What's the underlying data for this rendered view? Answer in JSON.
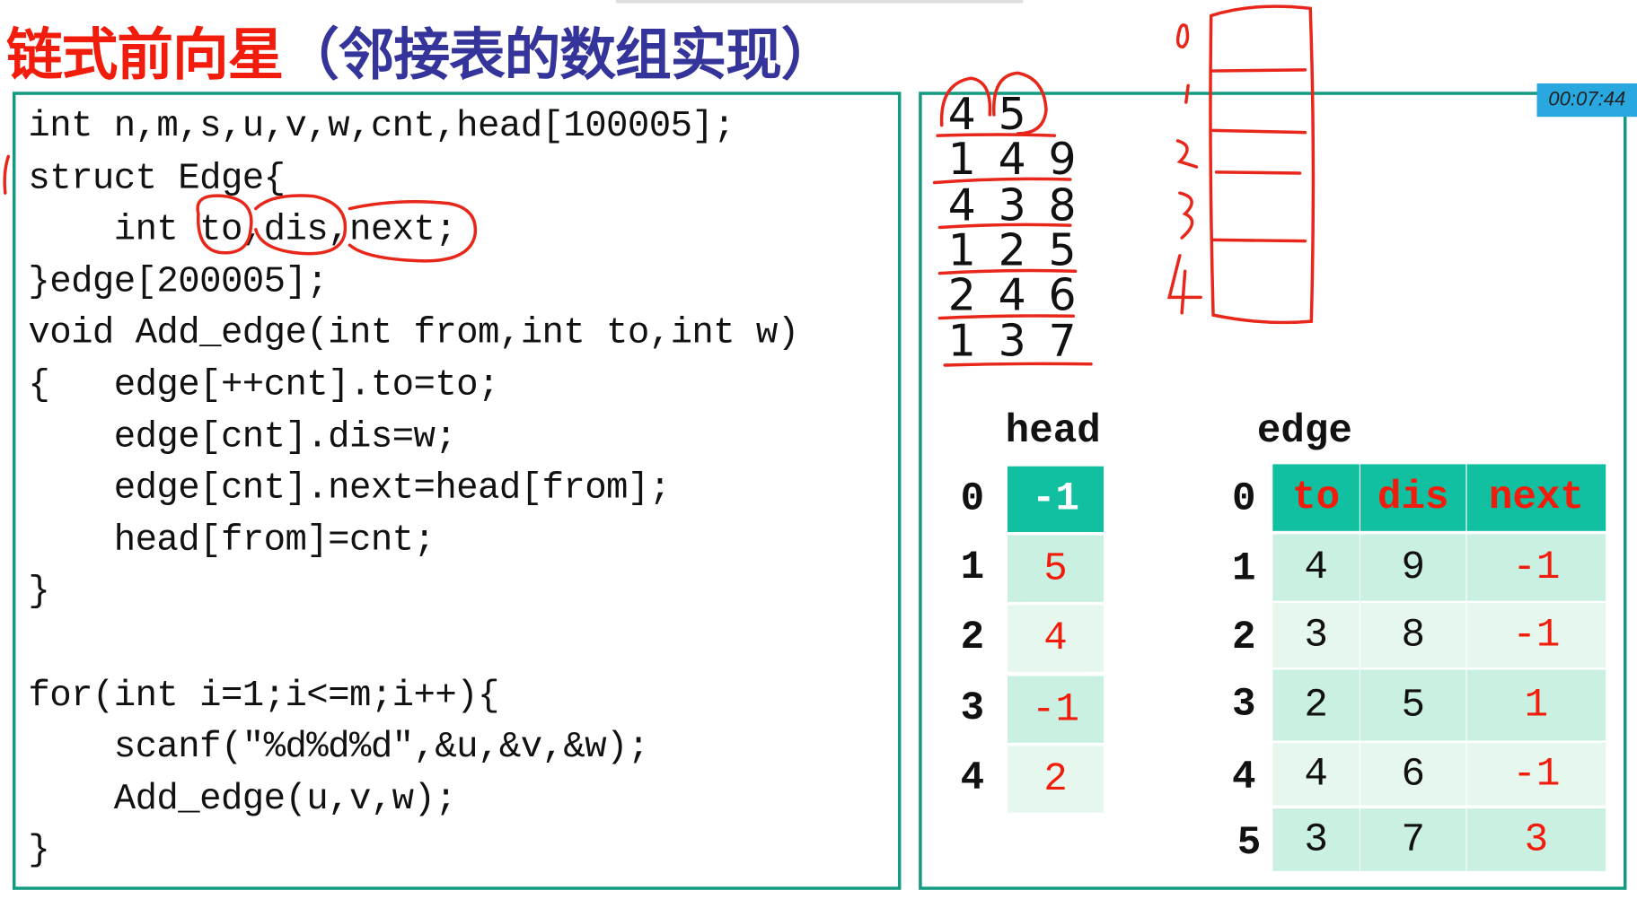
{
  "title": {
    "red": "链式前向星",
    "blue": "（邻接表的数组实现）"
  },
  "timestamp": "00:07:44",
  "code": [
    "int n,m,s,u,v,w,cnt,head[100005];",
    "struct Edge{",
    "    int to,dis,next;",
    "}edge[200005];",
    "void Add_edge(int from,int to,int w)",
    "{   edge[++cnt].to=to;",
    "    edge[cnt].dis=w;",
    "    edge[cnt].next=head[from];",
    "    head[from]=cnt;",
    "}",
    "",
    "for(int i=1;i<=m;i++){",
    "    scanf(\"%d%d%d\",&u,&v,&w);",
    "    Add_edge(u,v,w);",
    "}"
  ],
  "input_lines": [
    "4 5",
    "1 4 9",
    "4 3 8",
    "1 2 5",
    "2 4 6",
    "1 3 7"
  ],
  "sketch_indices": [
    "0",
    "1",
    "2",
    "3",
    "4"
  ],
  "head": {
    "label": "head",
    "indices": [
      "0",
      "1",
      "2",
      "3",
      "4"
    ],
    "values": [
      "-1",
      "5",
      "4",
      "-1",
      "2"
    ]
  },
  "edge": {
    "label": "edge",
    "indices": [
      "0",
      "1",
      "2",
      "3",
      "4",
      "5"
    ],
    "columns": [
      "to",
      "dis",
      "next"
    ],
    "rows": [
      [
        "4",
        "9",
        "-1"
      ],
      [
        "3",
        "8",
        "-1"
      ],
      [
        "2",
        "5",
        "1"
      ],
      [
        "4",
        "6",
        "-1"
      ],
      [
        "3",
        "7",
        "3"
      ]
    ]
  },
  "colors": {
    "accent": "#10c0a0",
    "ink": "#f21c0c",
    "title_blue": "#34349a",
    "border": "#139a80"
  }
}
